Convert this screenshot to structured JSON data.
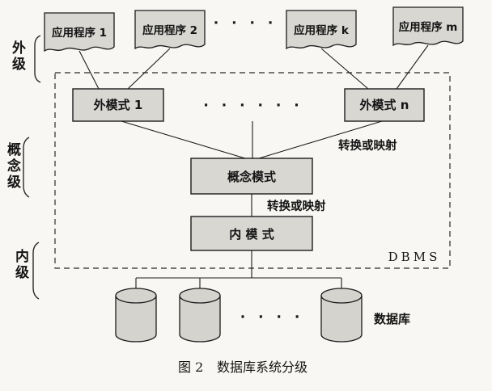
{
  "colors": {
    "background": "#f8f7f3",
    "shape_fill": "#d8d7d2",
    "stroke": "#1c1c1c"
  },
  "levels": {
    "external": "外级",
    "conceptual": "概念级",
    "internal": "内级"
  },
  "apps": {
    "app1": "应用程序 1",
    "app2": "应用程序 2",
    "appk": "应用程序 k",
    "appm": "应用程序 m",
    "dots": "· · · ·"
  },
  "schemas": {
    "external1": "外模式 1",
    "externaln": "外模式 n",
    "dots": "· · · · · ·",
    "conceptual": "概念模式",
    "internal": "内 模 式"
  },
  "mappings": {
    "upper": "转换或映射",
    "lower": "转换或映射"
  },
  "dbms_label": "DBMS",
  "database": {
    "label": "数据库",
    "dots": "· · · ·"
  },
  "caption": {
    "fig": "图 2",
    "title": "数据库系统分级"
  }
}
